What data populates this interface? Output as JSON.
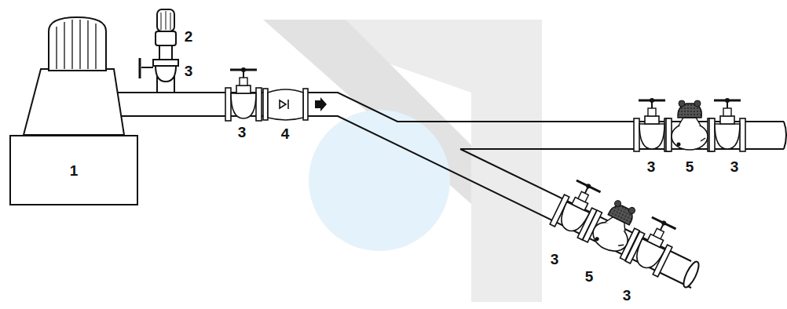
{
  "diagram": {
    "nodes": [
      {
        "text": [
          "1"
        ]
      }
    ],
    "labels": [
      "2",
      "3",
      "3",
      "4",
      "3",
      "5",
      "3",
      "3",
      "5",
      "3"
    ]
  }
}
